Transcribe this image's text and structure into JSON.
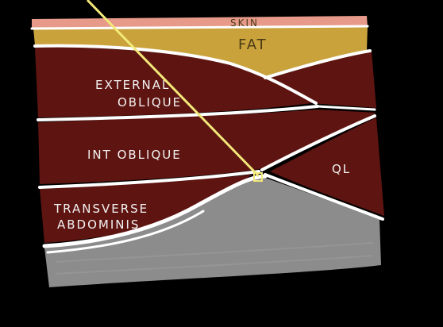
{
  "labels": {
    "skin": "SKIN",
    "fat": "FAT",
    "external_oblique_line1": "EXTERNAL",
    "external_oblique_line2": "OBLIQUE",
    "internal_oblique": "INT OBLIQUE",
    "ql": "QL",
    "transversus_line1": "TRANSVERSE",
    "transversus_line2": "ABDOMINIS"
  },
  "colors": {
    "background": "#000000",
    "skin": "#e79a8a",
    "fat": "#c9a23c",
    "muscle": "#5e1410",
    "fascia": "#ffffff",
    "organs": "#8c8c8c",
    "needle": "#f2e97a"
  }
}
